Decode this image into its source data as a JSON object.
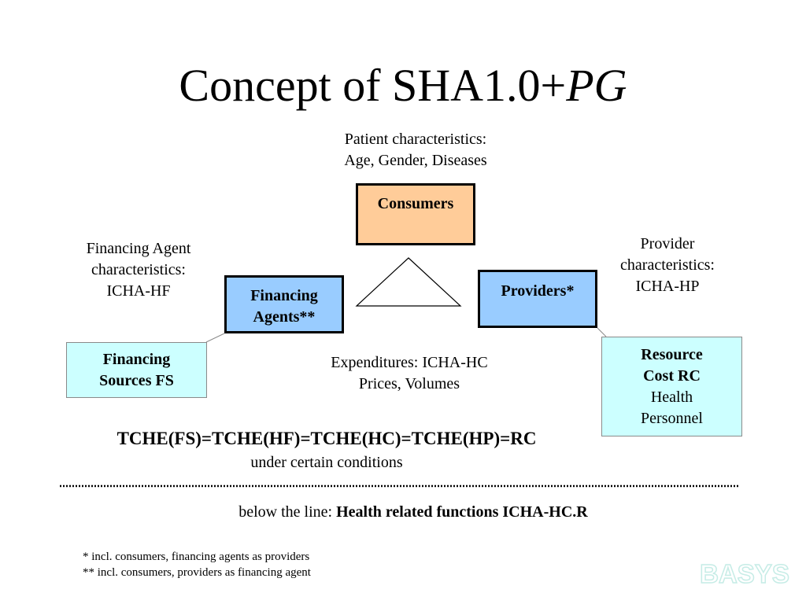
{
  "title": {
    "main": "Concept of SHA1.0+",
    "italic": "PG"
  },
  "captions": {
    "patient": [
      "Patient characteristics:",
      "Age, Gender, Diseases"
    ],
    "financing_agent": [
      "Financing Agent",
      "characteristics:",
      "ICHA-HF"
    ],
    "provider": [
      "Provider",
      "characteristics:",
      "ICHA-HP"
    ],
    "expenditures": [
      "Expenditures: ICHA-HC",
      "Prices, Volumes"
    ]
  },
  "boxes": {
    "consumers": {
      "label": "Consumers",
      "color": "#ffcc99"
    },
    "financing_agents": {
      "lines": [
        "Financing",
        "Agents**"
      ],
      "color": "#99ccff"
    },
    "providers": {
      "label": "Providers*",
      "color": "#99ccff"
    },
    "financing_sources": {
      "lines": [
        "Financing",
        "Sources FS"
      ],
      "color": "#ccffff"
    },
    "resource_cost": {
      "bold_lines": [
        "Resource",
        "Cost RC"
      ],
      "normal_lines": [
        "Health",
        "Personnel"
      ],
      "color": "#ccffff"
    }
  },
  "equation": "TCHE(FS)=TCHE(HF)=TCHE(HC)=TCHE(HP)=RC",
  "conditions": "under certain conditions",
  "below_line": {
    "prefix": "below the line: ",
    "emphasis": "Health related functions ICHA-HC.R"
  },
  "footnotes": [
    "* incl. consumers, financing agents as providers",
    "** incl. consumers, providers as financing agent"
  ],
  "brand": {
    "logo_text": "BASYS",
    "color": "#c6ece6"
  }
}
